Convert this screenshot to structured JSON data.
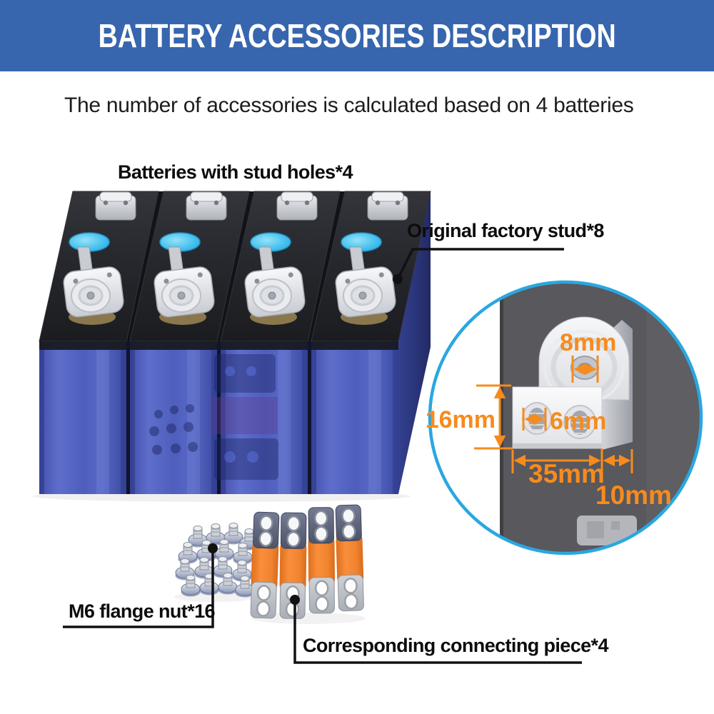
{
  "banner": {
    "title": "BATTERY ACCESSORIES DESCRIPTION",
    "bg_color": "#3766ae",
    "text_color": "#ffffff"
  },
  "intro": {
    "text": "The number of accessories is calculated based on 4 batteries"
  },
  "annotations": {
    "batteries_label": "Batteries with stud holes*4",
    "stud_label": "Original factory stud*8",
    "nut_label": "M6 flange nut*16",
    "connector_label": "Corresponding connecting piece*4"
  },
  "inset": {
    "dimensions": {
      "stud_hole": "8mm",
      "block_height": "16mm",
      "thread_hole": "6mm",
      "block_width": "35mm",
      "block_depth": "10mm"
    },
    "dimension_color": "#f68b1e",
    "ring_color": "#2aa7e0"
  },
  "colors": {
    "battery_blue": "#5363c0",
    "battery_top_black": "#232429",
    "vent_cap_cyan": "#3fbbec",
    "busbar_orange": "#f0832e",
    "terminal_silver": "#d8dade"
  }
}
